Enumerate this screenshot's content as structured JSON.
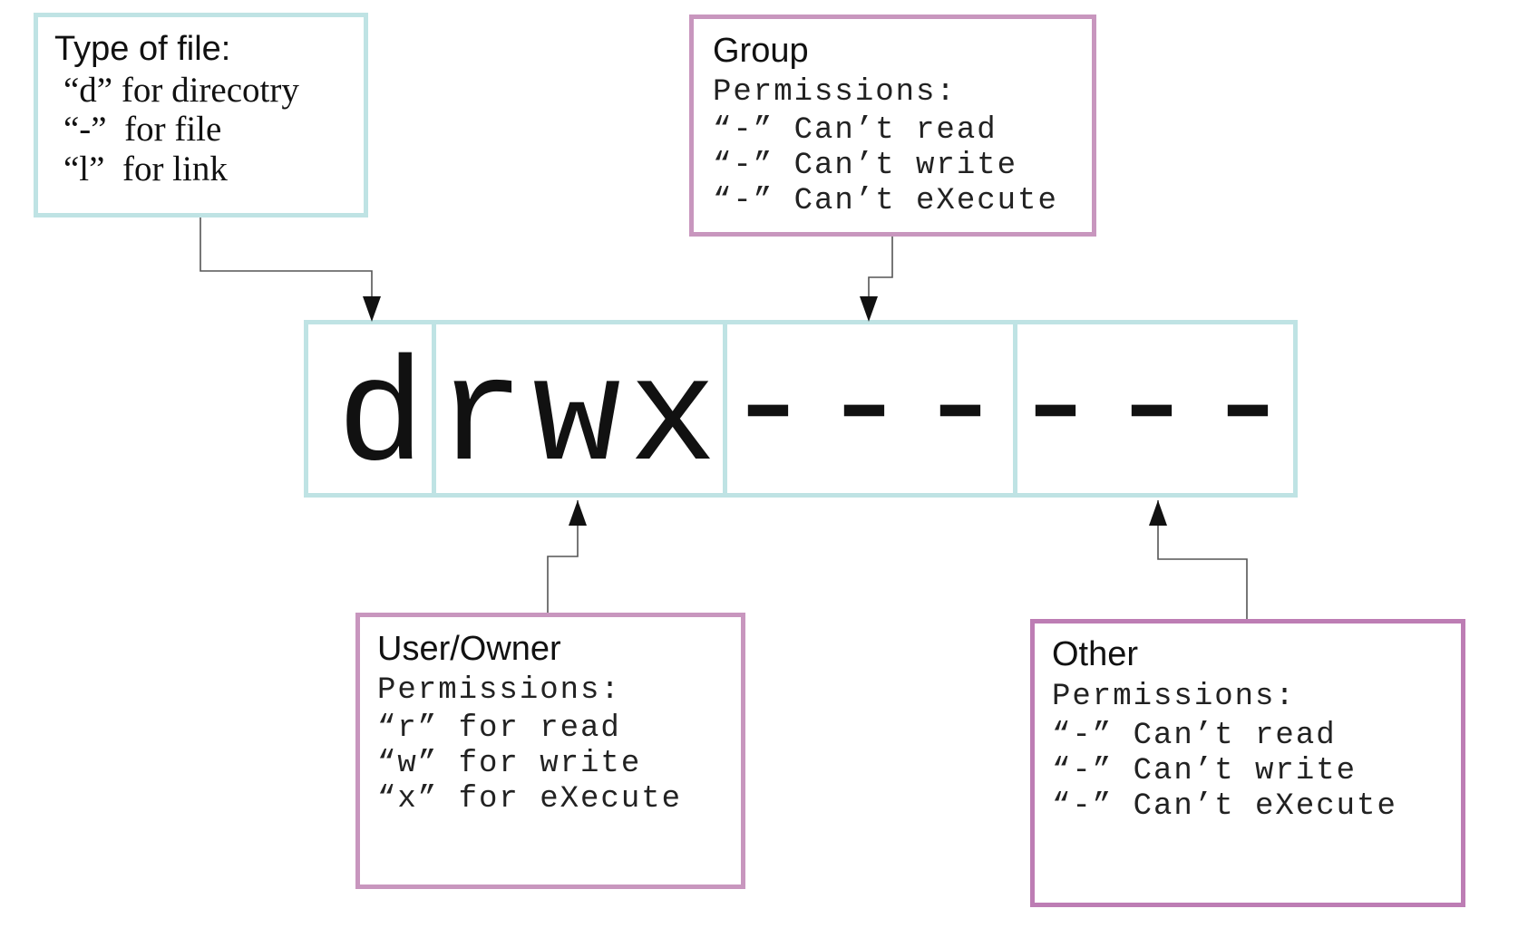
{
  "type_box": {
    "title": "Type of file:",
    "lines": [
      "“d” for direcotry",
      "“-”  for file",
      "“l”  for link"
    ]
  },
  "group_box": {
    "title": "Group",
    "subtitle": "Permissions:",
    "lines": [
      "“-” Can’t read",
      "“-” Can’t write",
      "“-” Can’t eXecute"
    ]
  },
  "user_box": {
    "title": "User/Owner",
    "subtitle": "Permissions:",
    "lines": [
      "“r” for read",
      "“w” for write",
      "“x” for eXecute"
    ]
  },
  "other_box": {
    "title": "Other",
    "subtitle": "Permissions:",
    "lines": [
      "“-” Can’t read",
      "“-” Can’t write",
      "“-” Can’t eXecute"
    ]
  },
  "permission_string": {
    "chars": [
      "d",
      "r",
      "w",
      "x",
      "-",
      "-",
      "-",
      "-",
      "-",
      "-"
    ]
  },
  "colors": {
    "type_border": "#bfe3e4",
    "strip_border": "#bfe3e4",
    "group_border": "#c896be",
    "user_border": "#c896be",
    "other_border": "#bd7db4",
    "arrow": "#111111"
  }
}
